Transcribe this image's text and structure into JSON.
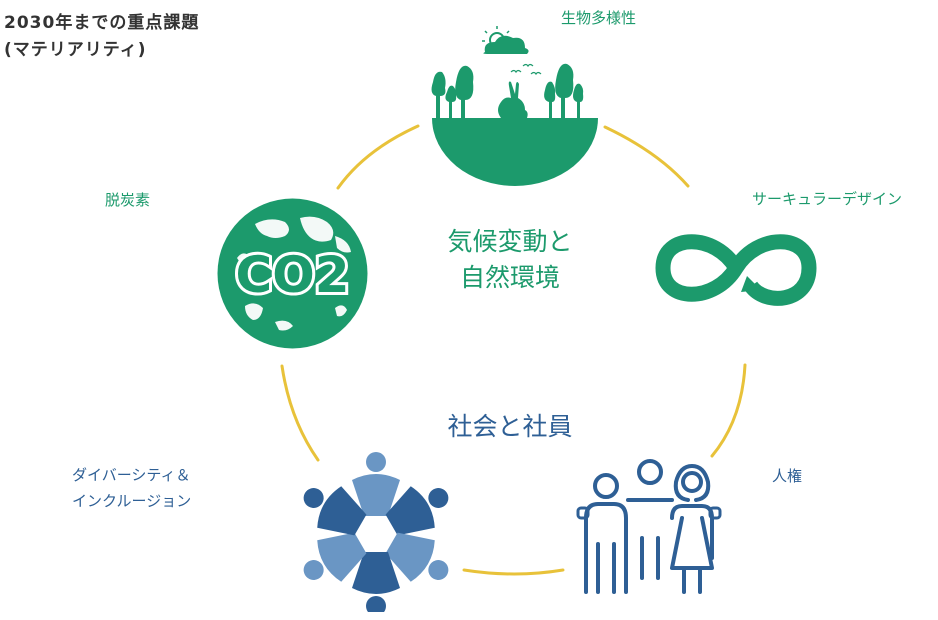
{
  "heading": {
    "line1": "2030年までの重点課題",
    "line2": "(マテリアリティ)"
  },
  "center": {
    "env_line1": "気候変動と",
    "env_line2": "自然環境",
    "social": "社会と社員"
  },
  "items": {
    "biodiversity": "生物多様性",
    "circular": "サーキュラーデザイン",
    "decarbon": "脱炭素",
    "co2_text": "CO2",
    "human_rights": "人権",
    "diversity_line1": "ダイバーシティ＆",
    "diversity_line2": "インクルージョン"
  },
  "colors": {
    "green": "#1c9a6c",
    "blue_dark": "#2e5f95",
    "blue_light": "#6a96c4",
    "ring": "#e8c23a",
    "heading": "#333333"
  },
  "icons": {
    "biodiversity": "forest-rabbit-icon",
    "circular": "infinity-loop-icon",
    "decarbon": "co2-globe-icon",
    "human_rights": "people-group-icon",
    "diversity": "linked-people-circle-icon"
  }
}
